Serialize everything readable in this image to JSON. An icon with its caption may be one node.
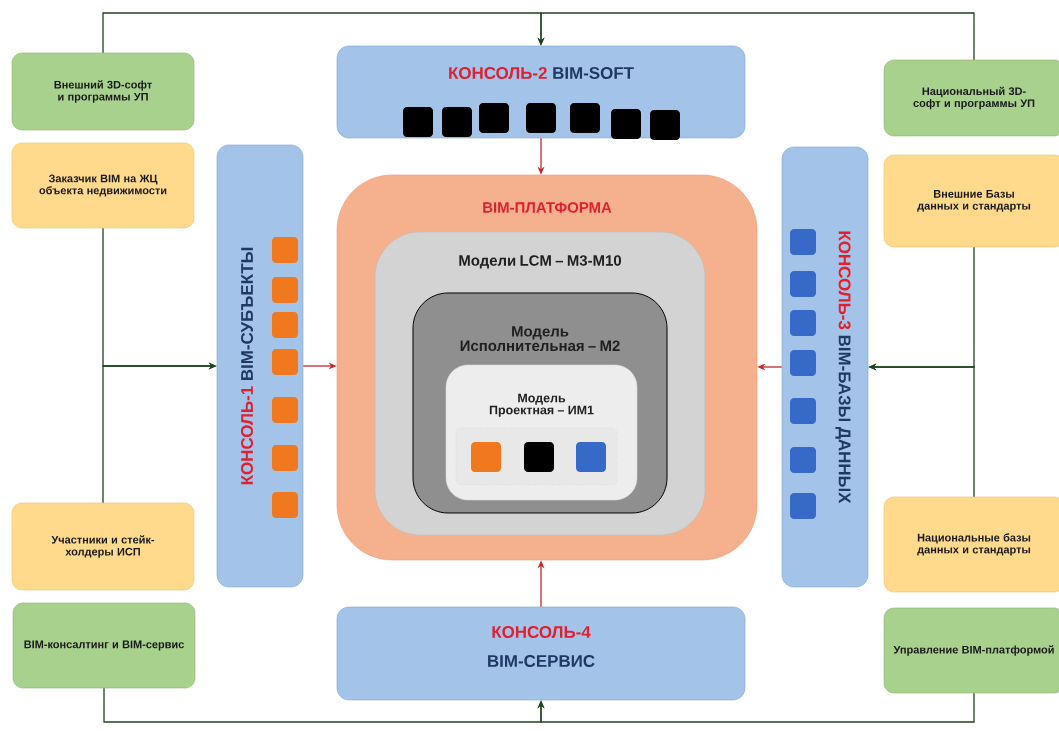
{
  "diagram": {
    "nodes": [
      {
        "text": [
          "Внешний 3D-софт и программы УП"
        ]
      },
      {
        "text": [
          "Заказчик BIM на ЖЦ объекта недвижимости"
        ]
      },
      {
        "text": [
          "Участники и стейк-холдеры ИСП"
        ]
      },
      {
        "text": [
          "BIM-консалтинг и BIM-сервис"
        ]
      },
      {
        "text": [
          "КОНСОЛЬ-1",
          "BIM-СУБЪЕКТЫ"
        ]
      },
      {
        "text": [
          "КОНСОЛЬ-2",
          "BIM-SOFT"
        ]
      },
      {
        "text": [
          "BIM-ПЛАТФОРМА"
        ]
      },
      {
        "text": [
          "Модели LCM – M3-M10"
        ],
        "in": 6
      },
      {
        "text": [
          "Модель Исполнительная – M2"
        ],
        "in": 7
      },
      {
        "text": [
          "Модель Проектная – ИМ1"
        ],
        "in": 8
      },
      {
        "text": [
          "КОНСОЛЬ-3",
          "BIM-БАЗЫ ДАННЫХ"
        ]
      },
      {
        "text": [
          "КОНСОЛЬ-4",
          "BIM-СЕРВИС"
        ]
      },
      {
        "text": [
          "Национальный 3D-софт и программы УП"
        ]
      },
      {
        "text": [
          "Внешние Базы данных и стандарты"
        ]
      },
      {
        "text": [
          "Национальные базы данных и стандарты"
        ]
      },
      {
        "text": [
          "Управление BIM-платформой"
        ]
      }
    ],
    "edges": [
      {
        "from": 0,
        "to": 5,
        "arrow": "to"
      },
      {
        "from": 12,
        "to": 5,
        "arrow": "to"
      },
      {
        "from": 5,
        "to": 6,
        "arrow": "to",
        "color": "#c0282d"
      },
      {
        "from": 1,
        "to": 4,
        "arrow": "to"
      },
      {
        "from": 2,
        "to": 4,
        "arrow": "to"
      },
      {
        "from": 4,
        "to": 6,
        "arrow": "to",
        "color": "#c0282d"
      },
      {
        "from": 13,
        "to": 10,
        "arrow": "to"
      },
      {
        "from": 14,
        "to": 10,
        "arrow": "to"
      },
      {
        "from": 10,
        "to": 6,
        "arrow": "to",
        "color": "#c0282d"
      },
      {
        "from": 3,
        "to": 11,
        "arrow": "to"
      },
      {
        "from": 15,
        "to": 11,
        "arrow": "to"
      },
      {
        "from": 11,
        "to": 6,
        "arrow": "to",
        "color": "#c0282d"
      }
    ]
  }
}
